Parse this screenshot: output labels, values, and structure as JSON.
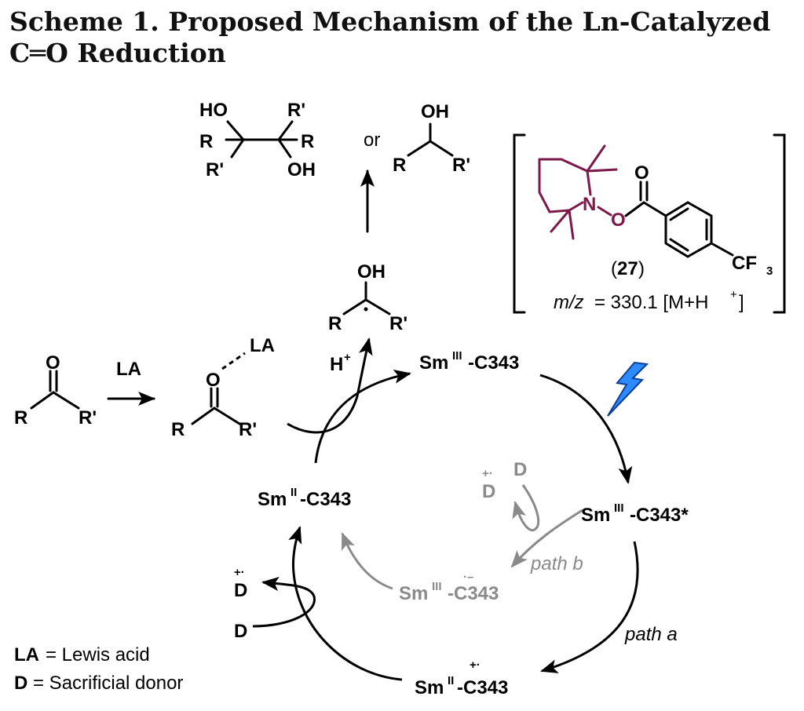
{
  "scheme": {
    "title": "Scheme 1. Proposed Mechanism of the Ln-Catalyzed C═O Reduction"
  },
  "labels": {
    "O": "O",
    "R": "R",
    "Rp": "R'",
    "LA": "LA",
    "HO": "HO",
    "OH": "OH",
    "or": "or",
    "H": "H",
    "plus": "+",
    "N": "N",
    "CF": "CF",
    "three": "3",
    "D": "D",
    "rad_cation": "+·",
    "rad_anion": "·–"
  },
  "cycle": {
    "sm3": "Sm",
    "sm3_sup": "III",
    "sm3_suffix": "-C343",
    "sm3_star_suffix": "-C343*",
    "sm2": "Sm",
    "sm2_sup": "II",
    "sm2_suffix": "-C343",
    "path_a": "path a",
    "path_b": "path b"
  },
  "compound": {
    "number_open": "(",
    "number": "27",
    "number_close": ")",
    "mz_label": "m/z",
    "mz_value": "= 330.1 [M+H",
    "mz_sup": "+",
    "mz_close": "]"
  },
  "legend": {
    "la_key": "LA",
    "la_text": "= Lewis acid",
    "d_key": "D",
    "d_text": "= Sacrificial donor"
  },
  "colors": {
    "piperidine": "#7b1a4a",
    "path_b_gray": "#8a8a8a",
    "lightning_fill": "#2e8bff",
    "lightning_stroke": "#0c3f94"
  }
}
